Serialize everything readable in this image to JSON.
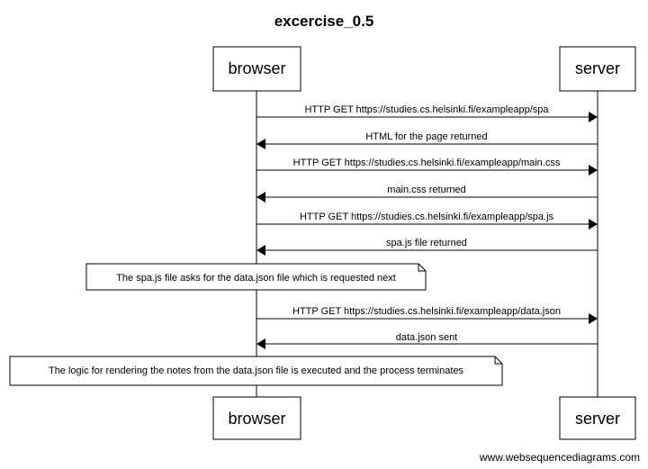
{
  "title": "excercise_0.5",
  "participants": {
    "browser": "browser",
    "server": "server"
  },
  "messages": [
    {
      "from": "browser",
      "to": "server",
      "text": "HTTP GET https://studies.cs.helsinki.fi/exampleapp/spa"
    },
    {
      "from": "server",
      "to": "browser",
      "text": "HTML for the page returned"
    },
    {
      "from": "browser",
      "to": "server",
      "text": "HTTP GET https://studies.cs.helsinki.fi/exampleapp/main.css"
    },
    {
      "from": "server",
      "to": "browser",
      "text": "main.css returned"
    },
    {
      "from": "browser",
      "to": "server",
      "text": "HTTP GET https://studies.cs.helsinki.fi/exampleapp/spa.js"
    },
    {
      "from": "server",
      "to": "browser",
      "text": "spa.js file returned"
    },
    {
      "from": "browser",
      "to": "server",
      "text": "HTTP GET https://studies.cs.helsinki.fi/exampleapp/data.json"
    },
    {
      "from": "server",
      "to": "browser",
      "text": "data.json sent"
    }
  ],
  "notes": [
    {
      "text": "The spa.js file asks for the data.json file which is requested next"
    },
    {
      "text": "The logic for rendering the notes from the data.json file is executed and the process terminates"
    }
  ],
  "watermark": "www.websequencediagrams.com"
}
